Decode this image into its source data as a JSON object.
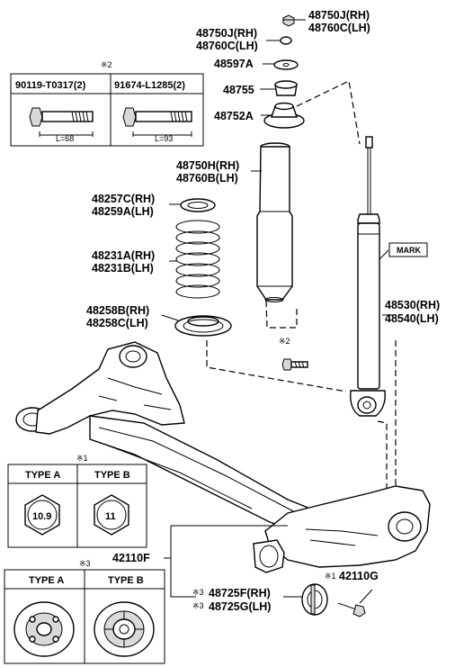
{
  "labels": {
    "nut_a": "48750J(RH)",
    "nut_b": "48760C(LH)",
    "nut_left_a": "48750J(RH)",
    "nut_left_b": "48760C(LH)",
    "cushion": "48597A",
    "bumper": "48755",
    "support": "48752A",
    "bellows_a": "48750H(RH)",
    "bellows_b": "48760B(LH)",
    "upper_ins_a": "48257C(RH)",
    "upper_ins_b": "48259A(LH)",
    "spring_a": "48231A(RH)",
    "spring_b": "48231B(LH)",
    "lower_ins_a": "48258B(RH)",
    "lower_ins_b": "48258C(LH)",
    "absorber_a": "48530(RH)",
    "absorber_b": "48540(LH)",
    "mark": "MARK",
    "axle": "42110F",
    "bushing_a": "48725F(RH)",
    "bushing_b": "48725G(LH)",
    "bushing_a_mark": "※3",
    "bushing_b_mark": "※3",
    "bolt_g": "42110G",
    "bolt_g_mark": "※1",
    "bolt_mark2": "※2"
  },
  "box2": {
    "mark": "※2",
    "col1": "90119-T0317(2)",
    "col2": "91674-L1285(2)",
    "len1": "L=68",
    "len2": "L=93"
  },
  "box1": {
    "mark": "※1",
    "type_a": "TYPE A",
    "type_b": "TYPE B",
    "val_a": "10.9",
    "val_b": "11"
  },
  "box3": {
    "mark": "※3",
    "type_a": "TYPE A",
    "type_b": "TYPE B"
  }
}
